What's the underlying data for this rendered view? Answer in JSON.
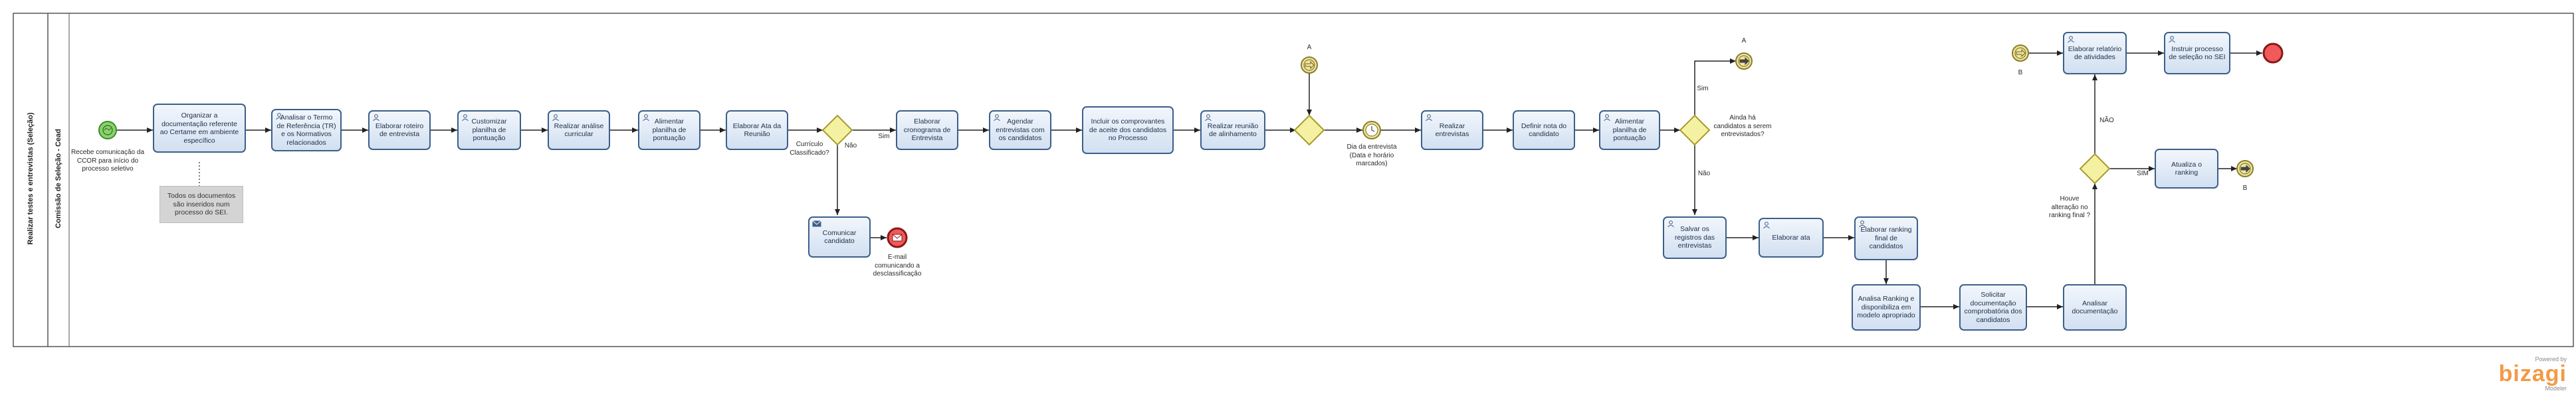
{
  "pool": {
    "name": "Realizar testes e entrevistas (Seleção)"
  },
  "lane": {
    "name": "Comissão de Seleção - Cead"
  },
  "start_event": {
    "label": "Recebe comunicação da CCOR para início do processo seletivo"
  },
  "tasks": {
    "organizar": "Organizar a documentação referente ao Certame em ambiente específico",
    "analisar_termo": "Analisar o Termo de Referência (TR) e os Normativos relacionados",
    "roteiro": "Elaborar roteiro de entrevista",
    "planilha": "Customizar planilha de pontuação",
    "analise_curricular": "Realizar análise curricular",
    "alimentar1": "Alimentar planilha de pontuação",
    "ata_reuniao": "Elaborar Ata da Reunião",
    "cronograma": "Elaborar cronograma de Entrevista",
    "agendar": "Agendar entrevistas com os candidatos",
    "incluir": "Incluir os comprovantes de aceite dos candidatos no Processo",
    "alinhamento": "Realizar reunião de alinhamento",
    "entrevistas": "Realizar entrevistas",
    "nota": "Definir nota do candidato",
    "alimentar2": "Alimentar planilha de pontuação",
    "comunicar": "Comunicar candidato",
    "salvar": "Salvar os registros das entrevistas",
    "ata": "Elaborar ata",
    "ranking_final": "Elaborar ranking final de candidatos",
    "analisa_ranking": "Analisa Ranking e disponibiliza em modelo apropriado",
    "solicitar": "Solicitar documentação comprobatória dos candidatos",
    "analisar_doc": "Analisar documentação",
    "atualiza": "Atualiza o ranking",
    "relatorio": "Elaborar relatório de atividades",
    "instruir": "Instruir processo de seleção no SEI"
  },
  "annotation": "Todos os documentos são inseridos num processo do SEI.",
  "gateways": {
    "classificado": {
      "question": "Currículo Classificado?",
      "yes": "Sim",
      "no": "Não"
    },
    "ainda": {
      "question": "Ainda há candidatos a serem entrevistados?",
      "yes": "Sim",
      "no": "Não"
    },
    "houve": {
      "question": "Houve alteração no ranking final ?",
      "yes": "SIM",
      "no": "NÃO"
    }
  },
  "events": {
    "email_end": "E-mail comunicando a desclassificação",
    "timer": "Dia da entrevista (Data e horário marcados)",
    "link_a_catch": "A",
    "link_a_throw": "A",
    "link_b_catch": "B",
    "link_b_throw": "B"
  },
  "branding": {
    "powered": "Powered by",
    "brand": "bizagi",
    "product": "Modeler"
  },
  "colors": {
    "task_border": "#3c5f8a",
    "start_fill": "#8bd26b",
    "end_fill": "#f05a5a",
    "gateway_fill": "#f5f1a3",
    "link_fill": "#f0e6a0"
  }
}
